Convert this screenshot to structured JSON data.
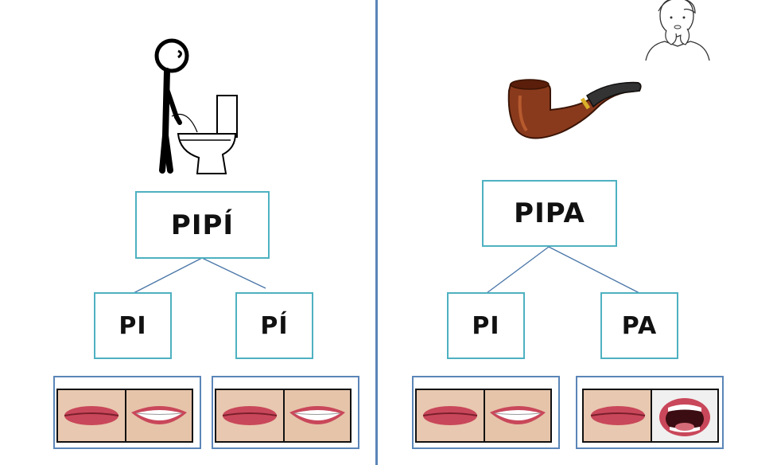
{
  "left": {
    "word": "PIPÍ",
    "syllables": [
      "PI",
      "PÍ"
    ],
    "picture_icon": "child-at-toilet-icon",
    "mouth_icons": [
      "closed-lips-icon",
      "smiling-teeth-icon",
      "closed-lips-icon",
      "smiling-teeth-icon"
    ]
  },
  "right": {
    "word": "PIPA",
    "syllables": [
      "PI",
      "PA"
    ],
    "picture_icon": "tobacco-pipe-icon",
    "corner_icon": "sign-language-person-icon",
    "mouth_icons": [
      "closed-lips-icon",
      "smiling-teeth-icon",
      "closed-lips-icon",
      "open-mouth-icon"
    ]
  },
  "colors": {
    "box_border": "#4eb1c1",
    "frame_border": "#5b86b8",
    "divider": "#5b86b8"
  }
}
